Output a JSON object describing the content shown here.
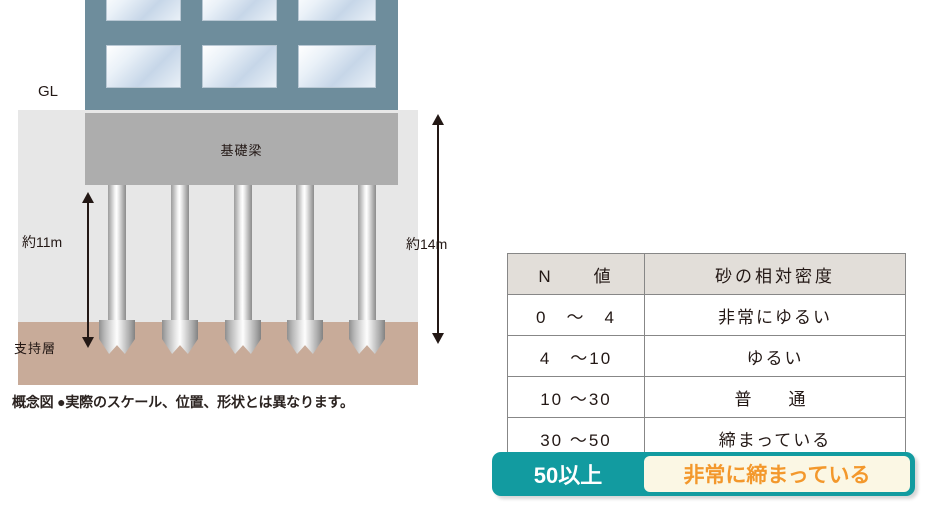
{
  "diagram": {
    "gl_label": "GL",
    "beam_label": "基礎梁",
    "support_layer_label": "支持層",
    "dimension_left": "約11m",
    "dimension_right": "約14m",
    "caption": "概念図 ●実際のスケール、位置、形状とは異なります。",
    "pile_count": 5,
    "colors": {
      "building": "#6e8d9c",
      "beam": "#adadad",
      "ground": "#e7e7e7",
      "support_layer": "#c8ab99",
      "arrow": "#231815"
    }
  },
  "table": {
    "headers": [
      "N　　値",
      "砂の相対密度"
    ],
    "rows": [
      {
        "n_value": "0　～　4",
        "density": "非常にゆるい"
      },
      {
        "n_value": "4　～10",
        "density": "ゆるい"
      },
      {
        "n_value": "10 ～30",
        "density": "普　通"
      },
      {
        "n_value": "30 ～50",
        "density": "締まっている"
      }
    ],
    "highlight_row": {
      "n_value": "50以上",
      "density": "非常に締まっている",
      "colors": {
        "pill_background": "#129ba0",
        "pill_text": "#ffffff",
        "inner_background": "#fbf7e4",
        "inner_text": "#f3982c"
      }
    },
    "colors": {
      "header_background": "#e2ded9",
      "border": "#878787",
      "cell_background": "#ffffff"
    }
  }
}
